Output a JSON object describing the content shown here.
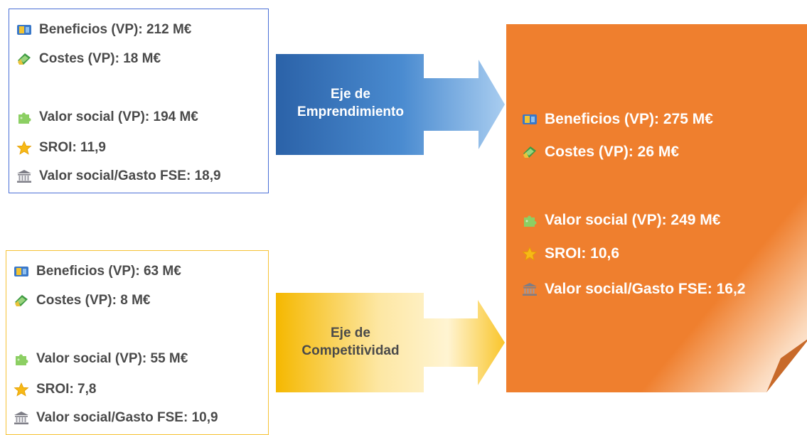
{
  "colors": {
    "blue_border": "#4a6fd6",
    "yellow_border": "#f6c236",
    "orange": "#ef7f2e",
    "blue_arrow": "#2e6bb0",
    "yellow_arrow": "#f5b800"
  },
  "emprendimiento": {
    "items": [
      {
        "icon": "money-icon",
        "text": "Beneficios (VP): 212 M€"
      },
      {
        "icon": "cash-icon",
        "text": "Costes (VP): 18 M€"
      },
      {
        "icon": "puzzle-icon",
        "text": "Valor social (VP): 194 M€"
      },
      {
        "icon": "star-icon",
        "text": "SROI: 11,9"
      },
      {
        "icon": "bank-icon",
        "text": "Valor social/Gasto FSE: 18,9"
      }
    ],
    "arrow_label": [
      "Eje de",
      "Emprendimiento"
    ]
  },
  "competitividad": {
    "items": [
      {
        "icon": "money-icon",
        "text": "Beneficios (VP): 63 M€"
      },
      {
        "icon": "cash-icon",
        "text": "Costes (VP): 8 M€"
      },
      {
        "icon": "puzzle-icon",
        "text": "Valor social (VP): 55 M€"
      },
      {
        "icon": "star-icon",
        "text": "SROI: 7,8"
      },
      {
        "icon": "bank-icon",
        "text": "Valor social/Gasto FSE: 10,9"
      }
    ],
    "arrow_label": [
      "Eje de",
      "Competitividad"
    ]
  },
  "total": {
    "items": [
      {
        "icon": "money-icon",
        "text": "Beneficios (VP): 275 M€"
      },
      {
        "icon": "cash-icon",
        "text": "Costes (VP): 26 M€"
      },
      {
        "icon": "puzzle-icon",
        "text": "Valor social (VP): 249 M€"
      },
      {
        "icon": "star-icon",
        "text": "SROI: 10,6"
      },
      {
        "icon": "bank-icon",
        "text": "Valor social/Gasto FSE: 16,2"
      }
    ]
  }
}
